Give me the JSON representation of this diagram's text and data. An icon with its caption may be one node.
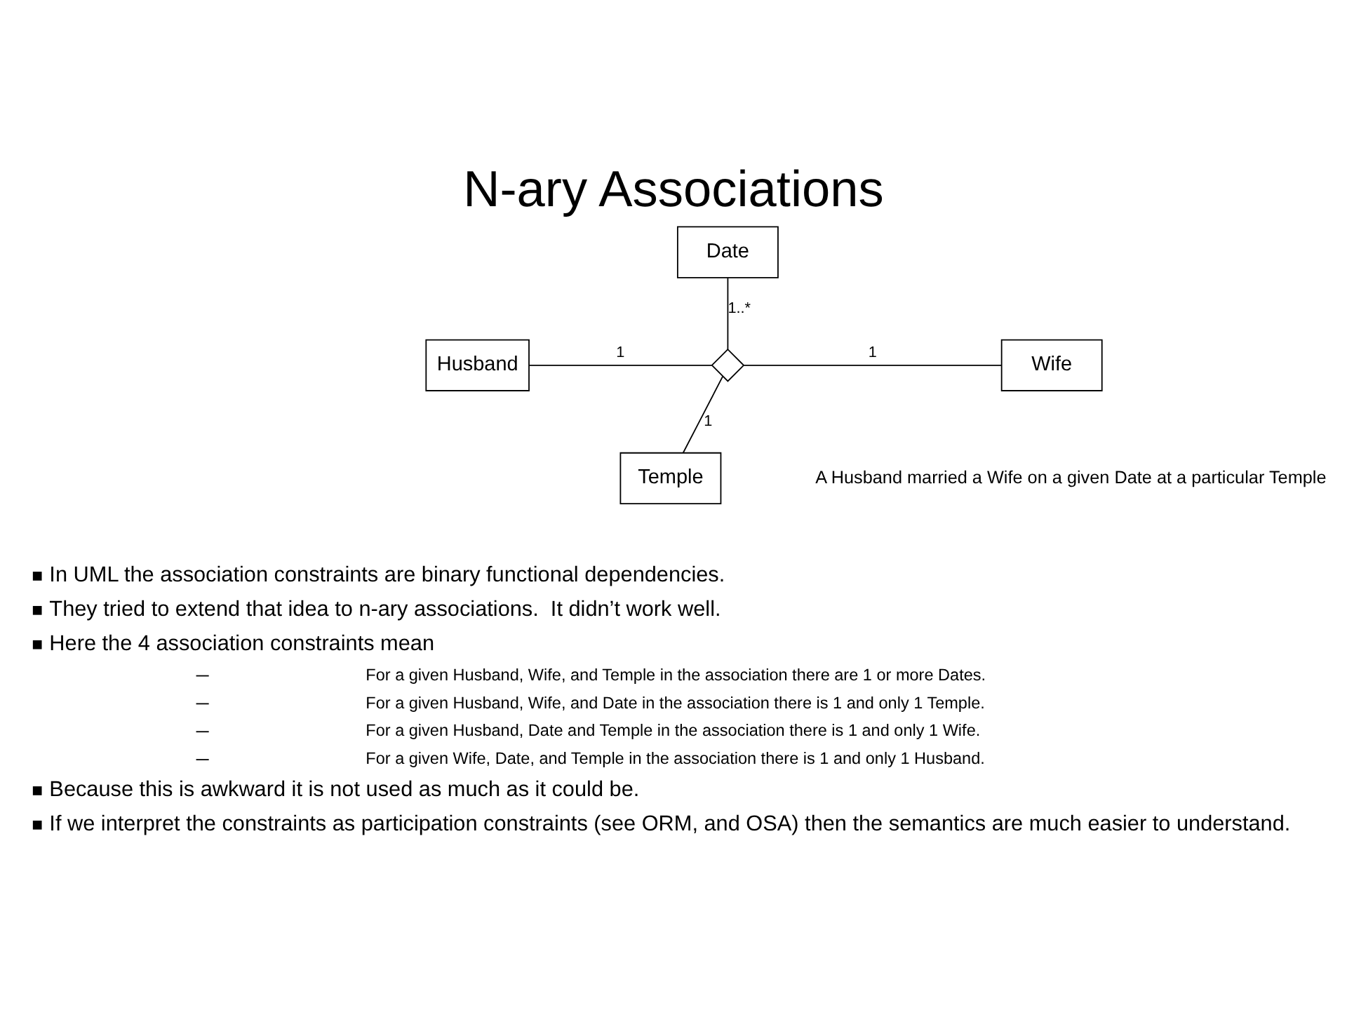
{
  "diagram": {
    "title": "N-ary Associations",
    "nodes": [
      {
        "text": [
          "Date"
        ]
      },
      {
        "text": [
          "Husband"
        ]
      },
      {
        "text": [],
        "shape": "diamond"
      },
      {
        "text": [
          "Wife"
        ]
      },
      {
        "text": [
          "Temple"
        ]
      }
    ],
    "edges": [
      {
        "from": 0,
        "to": 2,
        "arrow": "none",
        "label": "1..*"
      },
      {
        "from": 1,
        "to": 2,
        "arrow": "none",
        "label": "1"
      },
      {
        "from": 2,
        "to": 3,
        "arrow": "none",
        "label": "1"
      },
      {
        "from": 2,
        "to": 4,
        "arrow": "none",
        "label": "1"
      }
    ],
    "labels": [
      "A Husband married a Wife on a given Date at a particular Temple",
      "In UML the association constraints are binary functional dependencies.",
      "They tried to extend that idea to n-ary associations.  It didn’t work well.",
      "Here the 4 association constraints mean",
      "For a given Husband, Wife, and Temple in the association there are 1 or more Dates.",
      "For a given Husband, Wife, and Date in the association there is 1 and only 1 Temple.",
      "For a given Husband, Date and Temple in the association there is 1 and only 1 Wife.",
      "For a given Wife, Date, and Temple in the association there is 1 and only 1 Husband.",
      "Because this is awkward it is not used as much as it could be.",
      "If we interpret the constraints as participation constraints (see ORM, and OSA) then the semantics are much easier to understand."
    ]
  }
}
